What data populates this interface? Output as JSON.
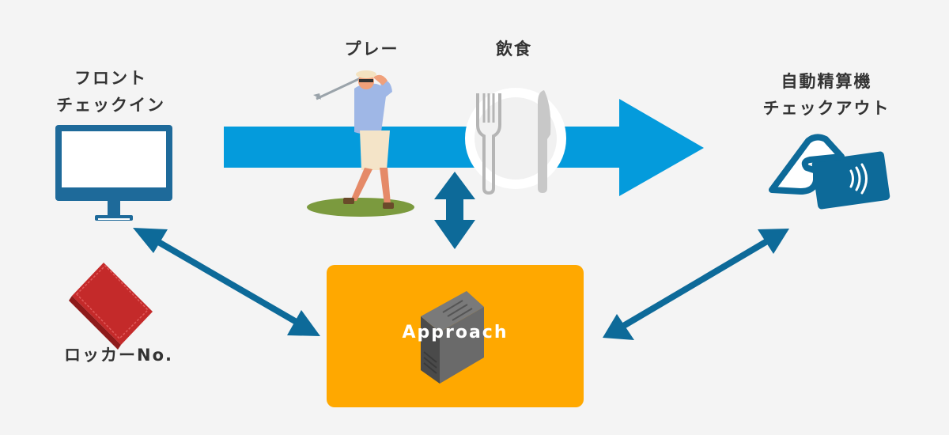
{
  "labels": {
    "front_line1": "フロント",
    "front_line2": "チェックイン",
    "play": "プレー",
    "dining": "飲食",
    "checkout_line1": "自動精算機",
    "checkout_line2": "チェックアウト",
    "locker": "ロッカーNo.",
    "server": "Approach"
  },
  "colors": {
    "flow_arrow": "#049bdc",
    "link_arrow": "#0d6a99",
    "server_box": "#ffa800",
    "monitor": "#1e6a9a",
    "wallet": "#c42a2a"
  },
  "icons": [
    "monitor-icon",
    "golfer-icon",
    "plate-icon",
    "card-payment-icon",
    "wallet-icon",
    "server-tower-icon"
  ]
}
